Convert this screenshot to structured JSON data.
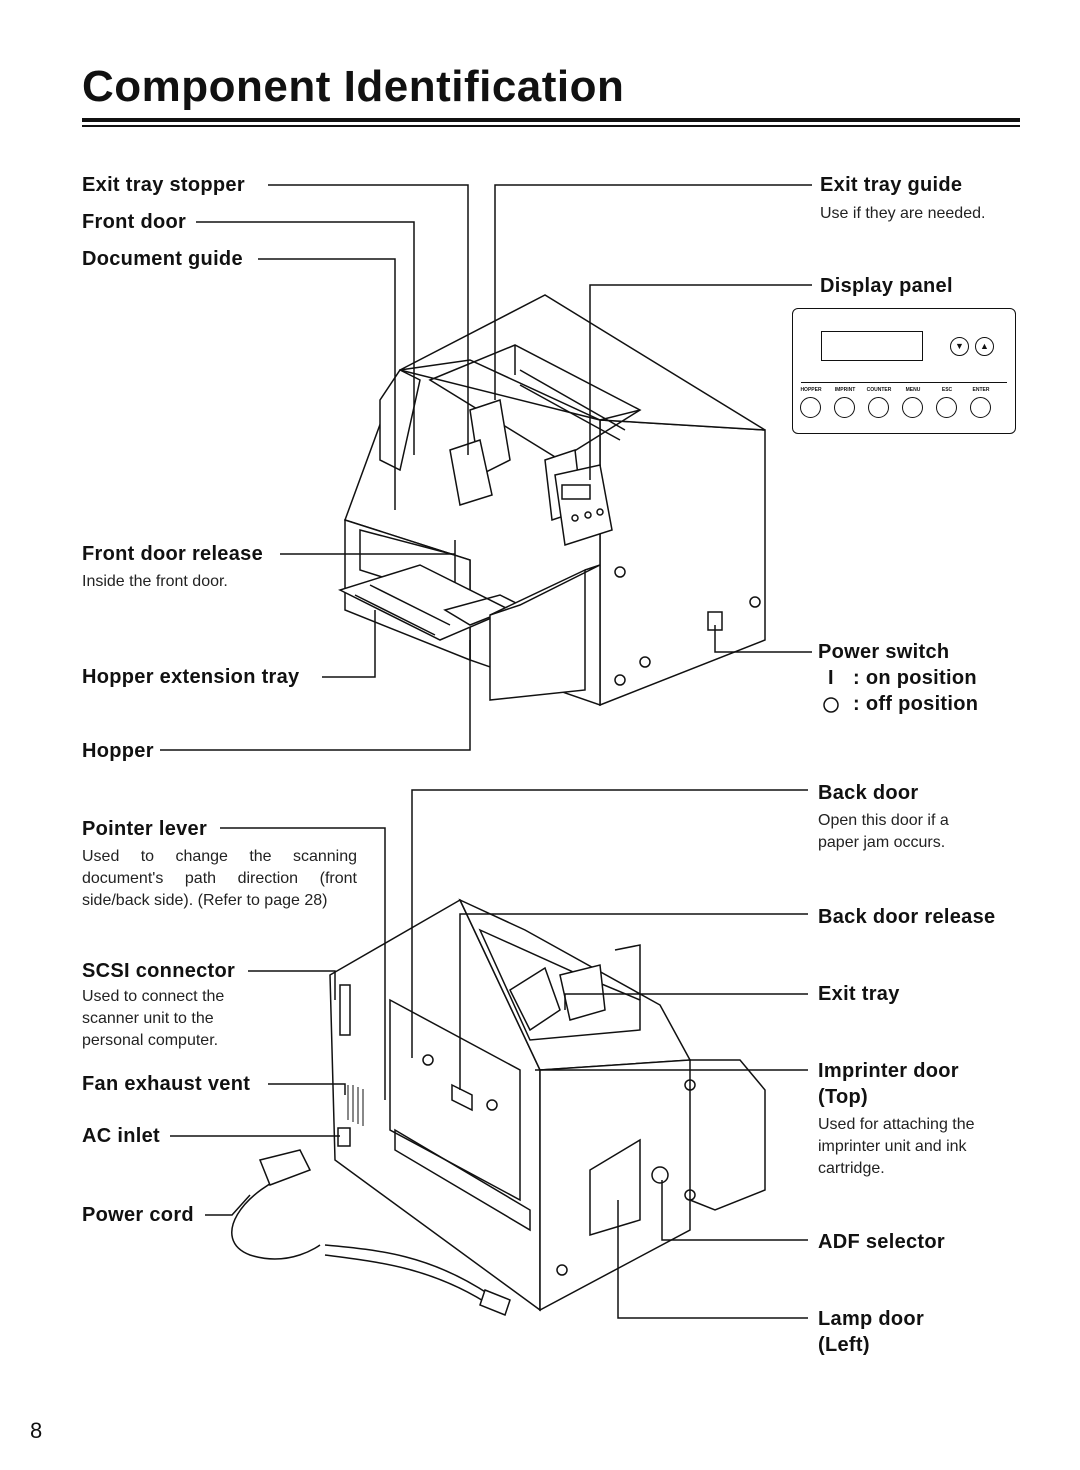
{
  "page": {
    "title": "Component Identification",
    "page_number": "8"
  },
  "top_figure": {
    "left_labels": {
      "exit_tray_stopper": "Exit tray stopper",
      "front_door": "Front door",
      "document_guide": "Document guide",
      "front_door_release": "Front door release",
      "front_door_release_note": "Inside the front door.",
      "hopper_extension_tray": "Hopper extension tray",
      "hopper": "Hopper"
    },
    "right_labels": {
      "exit_tray_guide": "Exit tray guide",
      "exit_tray_guide_note": "Use if they are needed.",
      "display_panel": "Display panel",
      "power_switch": "Power switch",
      "on_position_symbol": "I",
      "on_position": ": on position",
      "off_position": ": off position"
    },
    "display_panel_buttons": [
      "HOPPER",
      "IMPRINT",
      "COUNTER",
      "MENU",
      "ESC",
      "ENTER"
    ]
  },
  "bottom_figure": {
    "left_labels": {
      "pointer_lever": "Pointer lever",
      "pointer_lever_note": "Used to change the scanning document's path direction (front side/back side). (Refer to page 28)",
      "scsi_connector": "SCSI connector",
      "scsi_connector_note": "Used to connect the scanner unit to the personal computer.",
      "fan_exhaust_vent": "Fan exhaust vent",
      "ac_inlet": "AC inlet",
      "power_cord": "Power cord"
    },
    "right_labels": {
      "back_door": "Back door",
      "back_door_note": "Open this door if a paper jam occurs.",
      "back_door_release": "Back door release",
      "exit_tray": "Exit tray",
      "imprinter_door": "Imprinter door",
      "imprinter_door_sub": "(Top)",
      "imprinter_door_note": "Used for attaching the imprinter unit and ink cartridge.",
      "adf_selector": "ADF selector",
      "lamp_door": "Lamp door",
      "lamp_door_sub": "(Left)"
    }
  }
}
